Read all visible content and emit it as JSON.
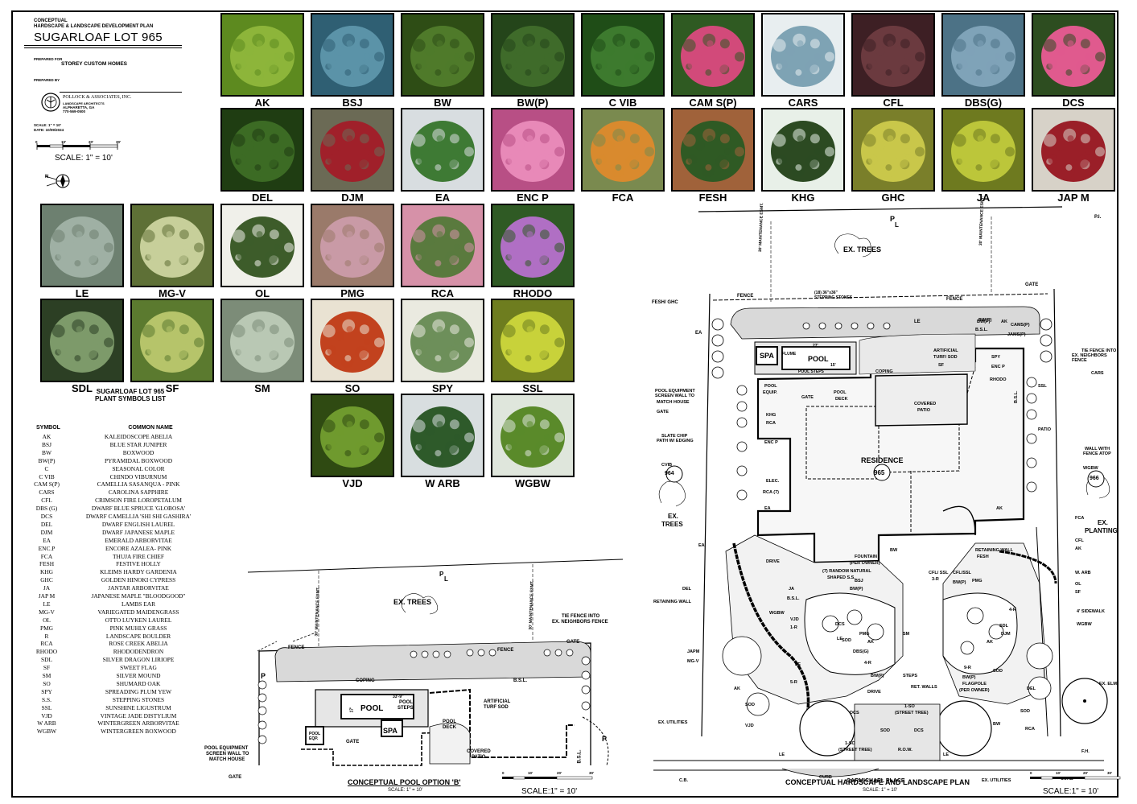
{
  "title_block": {
    "line1": "CONCEPTUAL",
    "line2": "HARDSCAPE & LANDSCAPE DEVELOPMENT PLAN",
    "project": "SUGARLOAF LOT 965",
    "prepared_for_label": "PREPARED FOR",
    "client": "STOREY CUSTOM HOMES",
    "prepared_by_label": "PREPARED BY",
    "firm": "POLLOCK & ASSOCIATES, INC.",
    "firm_sub": "LANDSCAPE ARCHITECTS",
    "firm_city": "ALPHARETTA, GA",
    "firm_phone": "770-569-0500",
    "scale_note": "SCALE: 1\" = 10'",
    "date_note": "DATE: 10/09/2024",
    "scale_ticks": [
      "0",
      "10'",
      "20'",
      "30'"
    ],
    "scale_label": "SCALE: 1\" = 10'"
  },
  "plants": [
    {
      "code": "AK",
      "color": "#8db53a",
      "shade": "#5d8a1f"
    },
    {
      "code": "BSJ",
      "color": "#5b93a8",
      "shade": "#2f5f73"
    },
    {
      "code": "BW",
      "color": "#4f7a2a",
      "shade": "#2e4d15"
    },
    {
      "code": "BW(P)",
      "color": "#3f6b2a",
      "shade": "#24451a"
    },
    {
      "code": "C VIB",
      "color": "#3d7a2e",
      "shade": "#1f4d17"
    },
    {
      "code": "CAM S(P)",
      "color": "#d24a7a",
      "shade": "#2f5a22"
    },
    {
      "code": "CARS",
      "color": "#7ea3b4",
      "shade": "#e8eef0"
    },
    {
      "code": "CFL",
      "color": "#6b3a3f",
      "shade": "#3d1f24"
    },
    {
      "code": "DBS(G)",
      "color": "#7fa3b8",
      "shade": "#4c7286"
    },
    {
      "code": "DCS",
      "color": "#e05a8e",
      "shade": "#2d4d20"
    },
    {
      "code": "DEL",
      "color": "#3c6b24",
      "shade": "#1f3d12"
    },
    {
      "code": "DJM",
      "color": "#a0202a",
      "shade": "#6b6a55"
    },
    {
      "code": "EA",
      "color": "#3e7a34",
      "shade": "#d8dde0"
    },
    {
      "code": "ENC P",
      "color": "#e889b8",
      "shade": "#b84f85"
    },
    {
      "code": "FCA",
      "color": "#d98a2e",
      "shade": "#7a8a4f"
    },
    {
      "code": "FESH",
      "color": "#2f5a24",
      "shade": "#a0623a"
    },
    {
      "code": "KHG",
      "color": "#2c4a22",
      "shade": "#e8f0e8"
    },
    {
      "code": "GHC",
      "color": "#c9c74a",
      "shade": "#7a7f2a"
    },
    {
      "code": "JA",
      "color": "#bcc63a",
      "shade": "#6e7a1f"
    },
    {
      "code": "JAP M",
      "color": "#9a1f28",
      "shade": "#d7d2c8"
    },
    {
      "code": "LE",
      "color": "#9fb0a4",
      "shade": "#6d8070"
    },
    {
      "code": "MG-V",
      "color": "#c7cf9a",
      "shade": "#5e7036"
    },
    {
      "code": "OL",
      "color": "#3d5c2a",
      "shade": "#f0f0ea"
    },
    {
      "code": "PMG",
      "color": "#c99aa6",
      "shade": "#9a7a6a"
    },
    {
      "code": "RCA",
      "color": "#5a7a3e",
      "shade": "#d691a8"
    },
    {
      "code": "RHODO",
      "color": "#b06fc4",
      "shade": "#2f5a24"
    },
    {
      "code": "SDL",
      "color": "#7d9a6a",
      "shade": "#2c3f24"
    },
    {
      "code": "SF",
      "color": "#b6c46a",
      "shade": "#5b7a2f"
    },
    {
      "code": "SM",
      "color": "#b9c8b4",
      "shade": "#7c8c78"
    },
    {
      "code": "SO",
      "color": "#c2421e",
      "shade": "#e9e2d2"
    },
    {
      "code": "SPY",
      "color": "#6d8f5a",
      "shade": "#eaeae0"
    },
    {
      "code": "SSL",
      "color": "#c8d23a",
      "shade": "#6e7d1f"
    },
    {
      "code": "VJD",
      "color": "#6f9a2e",
      "shade": "#2f4a12"
    },
    {
      "code": "W ARB",
      "color": "#2e5a2a",
      "shade": "#d8dee0"
    },
    {
      "code": "WGBW",
      "color": "#5a8a2a",
      "shade": "#dfe6dc"
    }
  ],
  "plant_list": {
    "title1": "SUGARLOAF LOT 965",
    "title2": "PLANT SYMBOLS LIST",
    "col_symbol": "SYMBOL",
    "col_name": "COMMON NAME",
    "rows": [
      [
        "AK",
        "KALEIDOSCOPE ABELIA"
      ],
      [
        "BSJ",
        "BLUE STAR JUNIPER"
      ],
      [
        "BW",
        "BOXWOOD"
      ],
      [
        "BW(P)",
        "PYRAMIDAL BOXWOOD"
      ],
      [
        "C",
        "SEASONAL COLOR"
      ],
      [
        "C VIB",
        "CHINDO VIBURNUM"
      ],
      [
        "CAM S(P)",
        "CAMELLIA SASANQUA - PINK"
      ],
      [
        "CARS",
        "CAROLINA SAPPHIRE"
      ],
      [
        "CFL",
        "CRIMSON FIRE LOROPETALUM"
      ],
      [
        "DBS (G)",
        "DWARF BLUE SPRUCE 'GLOBOSA'"
      ],
      [
        "DCS",
        "DWARF CAMELLIA 'SHI SHI GASHIRA'"
      ],
      [
        "DEL",
        "DWARF ENGLISH LAUREL"
      ],
      [
        "DJM",
        "DWARF JAPANESE MAPLE"
      ],
      [
        "EA",
        "EMERALD ARBORVITAE"
      ],
      [
        "ENC.P",
        "ENCORE AZALEA- PINK"
      ],
      [
        "FCA",
        "THUJA FIRE CHIEF"
      ],
      [
        "FESH",
        "FESTIVE HOLLY"
      ],
      [
        "KHG",
        "KLEIMS HARDY GARDENIA"
      ],
      [
        "GHC",
        "GOLDEN HINOKI CYPRESS"
      ],
      [
        "JA",
        "JANTAR ARBORVITAE"
      ],
      [
        "JAP M",
        "JAPANESE MAPLE \"BLOODGOOD\""
      ],
      [
        "LE",
        "LAMBS EAR"
      ],
      [
        "MG-V",
        "VARIEGATED MAIDENGRASS"
      ],
      [
        "OL",
        "OTTO LUYKEN LAUREL"
      ],
      [
        "PMG",
        "PINK MUHLY GRASS"
      ],
      [
        "R",
        "LANDSCAPE BOULDER"
      ],
      [
        "RCA",
        "ROSE CREEK ABELIA"
      ],
      [
        "RHODO",
        "RHODODENDRON"
      ],
      [
        "SDL",
        "SILVER DRAGON LIRIOPE"
      ],
      [
        "SF",
        "SWEET FLAG"
      ],
      [
        "SM",
        "SILVER MOUND"
      ],
      [
        "SO",
        "SHUMARD OAK"
      ],
      [
        "SPY",
        "SPREADING PLUM YEW"
      ],
      [
        "S.S.",
        "STEPPING STONES"
      ],
      [
        "SSL",
        "SUNSHINE LIGUSTRUM"
      ],
      [
        "VJD",
        "VINTAGE JADE DISTYLIUM"
      ],
      [
        "W ARB",
        "WINTERGREEN ARBORVITAE"
      ],
      [
        "WGBW",
        "WINTERGREEN BOXWOOD"
      ]
    ]
  },
  "pool_option": {
    "title": "CONCEPTUAL POOL OPTION 'B'",
    "scale_small": "SCALE: 1\" = 10'",
    "scale_label": "SCALE:1\" = 10'",
    "scale_ticks": [
      "0",
      "10'",
      "20'",
      "30'"
    ],
    "labels": {
      "ex_trees": "EX. TREES",
      "maint_esmt": "30' MAINTENANCE ESMT.",
      "tie_fence": "TIE FENCE INTO",
      "tie_fence2": "EX. NEIGHBORS FENCE",
      "fence": "FENCE",
      "gate": "GATE",
      "coping": "COPING",
      "bsl": "B.S.L.",
      "pool": "POOL",
      "pool_steps": "POOL",
      "pool_steps2": "STEPS",
      "dim1": "33'-9\"",
      "dim2": "17'",
      "spa": "SPA",
      "pool_deck": "POOL",
      "pool_deck2": "DECK",
      "artificial": "ARTIFICIAL",
      "turf_sod": "TURF SOD",
      "pool_eqp": "POOL",
      "pool_eqp2": "EQP.",
      "covered": "COVERED",
      "patio": "PATIO",
      "equip1": "POOL EQUIPMENT",
      "equip2": "SCREEN WALL TO",
      "equip3": "MATCH HOUSE",
      "pl": "P",
      "pl2": "L"
    }
  },
  "main_plan": {
    "title": "CONCEPTUAL HARDSCAPE AND LANDSCAPE PLAN",
    "scale_small": "SCALE: 1\" = 10'",
    "scale_label": "SCALE:1\" = 10'",
    "scale_ticks": [
      "0",
      "10'",
      "20'",
      "30'"
    ],
    "labels": {
      "ex_trees_top": "EX. TREES",
      "pl": "P",
      "pl2": "L",
      "pi": "P.I.",
      "maint1": "30' MAINTENANCE ESMT.",
      "maint2": "30' MAINTENANCE ESMT.",
      "stones1": "(18) 36\"x36\"",
      "stones2": "STEPPING STONES",
      "fence_l": "FENCE",
      "fence_r": "FENCE",
      "fesh_ghc": "FESH/ GHC",
      "gate_tr": "GATE",
      "bwp": "BW(P)",
      "le_top": "LE",
      "bwp2": "BW(P)",
      "ak_top": "AK",
      "cams": "CAMS(P)",
      "bsl_top": "B.S.L.",
      "jams": "JAMS(P)",
      "ea_l": "EA",
      "spa": "SPA",
      "flume": "FLUME",
      "pool": "POOL",
      "dim27": "27'",
      "dim15": "15'",
      "pool_steps": "POOL STEPS",
      "coping": "COPING",
      "artificial": "ARTIFICIAL",
      "turf": "TURF/ SOD",
      "sf": "SF",
      "spy": "SPY",
      "encp_r": "ENC P",
      "rhodo": "RHODO",
      "tie1": "TIE FENCE INTO",
      "tie2": "EX. NEIGHBORS FENCE",
      "cars": "CARS",
      "ssl": "SSL",
      "pool_equip_a": "POOL",
      "pool_equip_b": "EQUIP.",
      "gate_pool": "GATE",
      "pool_deck_a": "POOL",
      "pool_deck_b": "DECK",
      "covered_a": "COVERED",
      "covered_b": "PATIO",
      "bsl_r": "B.S.L.",
      "patio_r": "PATIO",
      "peq1": "POOL EQUIPMENT",
      "peq2": "SCREEN WALL TO",
      "peq3": "MATCH HOUSE",
      "gate_l": "GATE",
      "khg": "KHG",
      "rca": "RCA",
      "slate1": "SLATE CHIP",
      "slate2": "PATH W/ EDGING",
      "encp_l": "ENC P",
      "wall1": "WALL WITH",
      "wall2": "FENCE ATOP",
      "residence": "RESIDENCE",
      "lot965": "965",
      "cvib": "CVIB",
      "lot964": "964",
      "elec": "ELEC.",
      "wgbw_r": "WGBW",
      "lot966": "966",
      "rca7": "RCA (7)",
      "ea2": "EA",
      "ex_trees_l1": "EX.",
      "ex_trees_l2": "TREES",
      "ak_r": "AK",
      "fca": "FCA",
      "ex_planting1": "EX.",
      "ex_planting2": "PLANTING",
      "cfl": "CFL",
      "ak_r2": "AK",
      "ea3": "EA",
      "fountain1": "FOUNTAIN",
      "fountain2": "(PER OWNER)",
      "bw_c": "BW",
      "retwall_r": "RETAINING WALL",
      "fesh_r": "FESH",
      "drive": "DRIVE",
      "random1": "(7) RANDOM NATURAL",
      "random2": "SHAPED S.S.",
      "bsj": "BSJ",
      "bwp_c": "BW(P)",
      "cfl_ss1": "CFL/ SSL",
      "cfl_ss1b": "3-R",
      "bwp_c2": "BW(P)",
      "cfl_ss2": "CFL/SSL",
      "pmg": "PMG",
      "warb": "W. ARB",
      "ol": "OL",
      "sf_r": "SF",
      "jа": "JA",
      "sidewalk": "4' SIDEWALK",
      "del": "DEL",
      "bsl_c": "B.S.L.",
      "wgbw_r2": "WGBW",
      "retwall_l": "RETAINING WALL",
      "wgbw_l": "WGBW",
      "vjd": "VJD",
      "dcs": "DCS",
      "le_c": "LE",
      "sod_c": "SOD",
      "pmg_c": "PMG",
      "ak_c": "AK",
      "dbsg": "DBS(G)",
      "sm": "SM",
      "r1": "1-R",
      "sdl": "SDL",
      "djm": "DJM",
      "r4": "4-R",
      "ak_c2": "AK",
      "japm": "JAPM",
      "mgv": "MG-V",
      "r4b": "4-R",
      "le_c2": "LE",
      "bwp_s": "BW(P)",
      "steps": "STEPS",
      "bwp_s2": "BW(P)",
      "flagpole1": "FLAGPOLE",
      "flagpole2": "(PER OWNER)",
      "retwalls": "RET. WALLS",
      "sod_r": "SOD",
      "r5": "5-R",
      "r9": "9-R",
      "drive2": "DRIVE",
      "ex_elm": "EX. ELM",
      "ak_l": "AK",
      "sod_l": "SOD",
      "so_1": "1-SO",
      "so_1b": "(STREET TREE)",
      "del_r": "DEL",
      "ex_util_l": "EX. UTILITIES",
      "vjd_l": "VJD",
      "dcs_b": "DCS",
      "sod_b": "SOD",
      "dcs_b2": "DCS",
      "bw_b": "BW",
      "sod_b2": "SOD",
      "rca_b": "RCA",
      "so_2": "1-SO",
      "so_2b": "(STREET TREE)",
      "row": "R.O.W.",
      "le_b": "LE",
      "le_b2": "LE",
      "fh": "F.H.",
      "curb_l": "CURB",
      "curb_r": "CURB",
      "cb": "C.B.",
      "street": "CARMICHAEL PLACE",
      "ex_util_r": "EX. UTILITIES"
    }
  }
}
